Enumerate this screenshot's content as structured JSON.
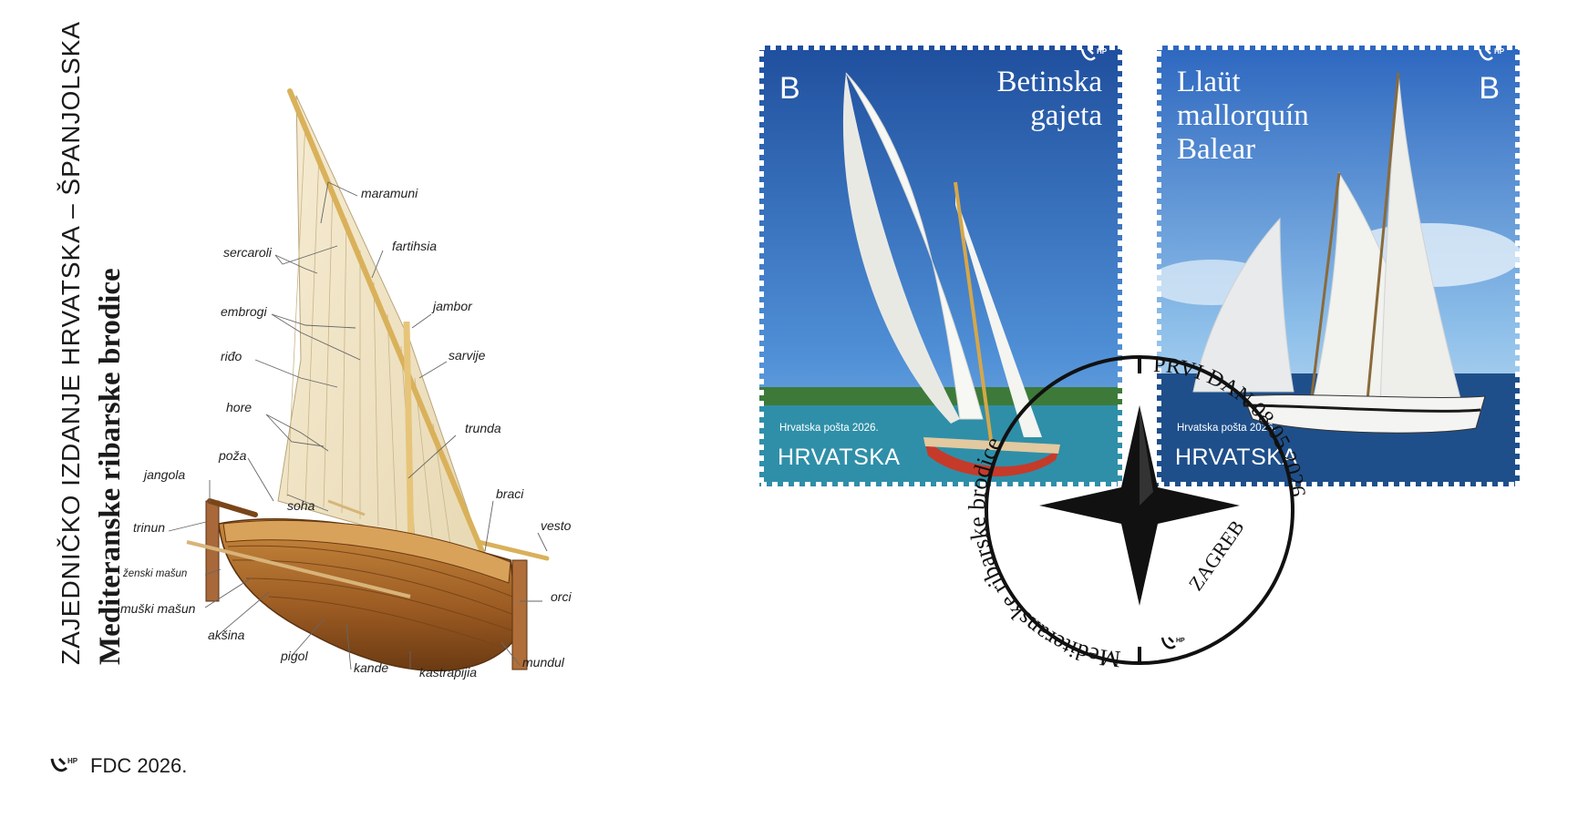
{
  "cover": {
    "title_line1": "ZAJEDNIČKO IZDANJE HRVATSKA – ŠPANJOLSKA",
    "title_line2": "Mediteranske ribarske brodice",
    "fdc_label": "FDC 2026.",
    "logo_text": "HP"
  },
  "diagram": {
    "labels": {
      "maramuni": "maramuni",
      "sercaroli": "sercaroli",
      "fartihsia": "fartihsia",
      "jambor": "jambor",
      "embrogi": "embrogi",
      "rido": "riđo",
      "sarvije": "sarvije",
      "hore": "hore",
      "trunda": "trunda",
      "poza": "poža",
      "jangola": "jangola",
      "braci": "braci",
      "soha": "soha",
      "trinun": "trinun",
      "vesto": "vesto",
      "zenski_masun": "ženski mašun",
      "orci": "orci",
      "muski_masun": "muški mašun",
      "aksina": "akšina",
      "pigol": "pigol",
      "mundul": "mundul",
      "kande": "kande",
      "kastrapijia": "kastrapijia"
    }
  },
  "stamps": [
    {
      "value_letter": "B",
      "title_lines": [
        "Betinska",
        "gajeta"
      ],
      "post_text": "Hrvatska pošta 2026.",
      "country": "HRVATSKA",
      "logo_text": "HP",
      "sky_color": "#2c5fae"
    },
    {
      "value_letter": "B",
      "title_lines": [
        "Llaüt",
        "mallorquín",
        "Balear"
      ],
      "post_text": "Hrvatska pošta 2026.",
      "country": "HRVATSKA",
      "logo_text": "HP",
      "sky_color": "#3b78c8"
    }
  ],
  "postmark": {
    "arc_text_top": "Mediteranske ribarske brodice",
    "arc_text_right": "PRVI DAN 08.05.2026.",
    "place": "ZAGREB",
    "logo_text": "HP"
  }
}
